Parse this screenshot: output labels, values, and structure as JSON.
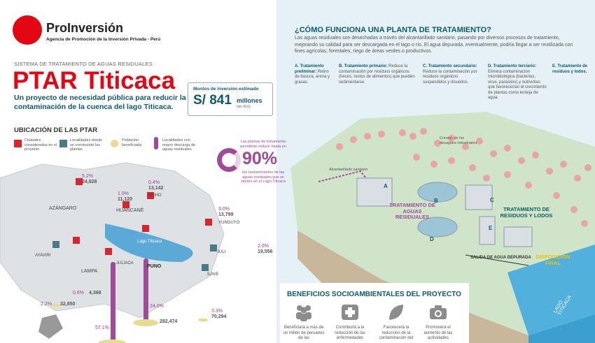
{
  "header": {
    "logo_name": "ProInversión",
    "logo_subtitle": "Agencia de Promoción de la Inversión Privada - Perú",
    "system_label": "SISTEMA DE TRATAMIENTO DE AGUAS RESIDUALES",
    "title": "PTAR Titicaca",
    "subtitle": "Un proyecto de necesidad pública para reducir la contaminación de la cuenca del lago Titicaca."
  },
  "investment": {
    "label": "Montos de inversión estimado",
    "value": "S/ 841",
    "unit": "millones",
    "note": "(sin IGV)"
  },
  "location": {
    "title": "UBICACIÓN DE LAS PTAR",
    "legend": [
      {
        "label": "Ciudades consideradas en el proyecto",
        "color": "#d9262e",
        "icon": "red-cube-icon"
      },
      {
        "label": "Localidades donde se construirán las plantas",
        "color": "#4a7a83",
        "icon": "teal-cube-icon"
      },
      {
        "label": "Población beneficiada",
        "color": "#e6dc8f",
        "icon": "yellow-disc-icon"
      },
      {
        "label": "Localidades con mayor descarga de aguas residuales",
        "color": "#a04b98",
        "icon": "purple-cylinder-icon"
      }
    ],
    "lake_label": "Lago Titicaca",
    "cities": [
      "AZÁNGARO",
      "HUANCANÉ",
      "MOHO",
      "YUNGUYO",
      "JULI",
      "AYAVIRI",
      "LAMPA",
      "JULIACA",
      "PUNO",
      "ILAVE"
    ],
    "stats": [
      {
        "pct": "5.2%",
        "num": "24,828"
      },
      {
        "pct": "1.5%",
        "num": "11,120"
      },
      {
        "pct": "0.4%",
        "num": "13,142"
      },
      {
        "pct": "3.0%",
        "num": "13,799"
      },
      {
        "pct": "2.6%",
        "num": "19,556"
      },
      {
        "pct": "0.6%",
        "num": "4,368"
      },
      {
        "pct": "2.2%",
        "num": "32,850"
      },
      {
        "pct": "24.0%",
        "num": "282,474"
      },
      {
        "pct": "3.3%",
        "num": "70,294"
      },
      {
        "pct": "57.1%",
        "num": ""
      }
    ]
  },
  "reduction": {
    "top_text": "Las plantas de tratamiento permitirán reducir hasta en",
    "value": "90%",
    "bottom_text": "los contaminantes de las aguas residuales que se vierten en el Lago Titicaca",
    "fraction": 0.9
  },
  "how": {
    "title": "¿CÓMO FUNCIONA UNA PLANTA DE TRATAMIENTO?",
    "text": "Las aguas residuales son desechadas a través del alcantarillado sanitario, pasando por diversos procesos de tratamiento, mejorando su calidad para ser descargada en el lago o río. El agua depurada, eventualmente, podría llegar a ser reutilizada con fines agrícolas, forestales, riego de áreas verdes o productivos.",
    "steps": [
      {
        "letter": "A.",
        "title": "Tratamiento preliminar:",
        "text": "Retiro de basura, arena y grasas."
      },
      {
        "letter": "B.",
        "title": "Tratamiento primario:",
        "text": "Reduce la contaminación por residuos orgánicos (heces, restos de alimentos) que pueden sedimentarse."
      },
      {
        "letter": "C.",
        "title": "Tratamiento secundario:",
        "text": "Reduce la contaminación por residuos orgánicos suspendidos y disueltos."
      },
      {
        "letter": "D.",
        "title": "Tratamiento terciario:",
        "text": "Elimina contaminación microbiológica (bacterias, virus, parásitos) y nutrientes que favorecerían el crecimiento de plantas como lenteja de agua."
      },
      {
        "letter": "E.",
        "title": "Tratamiento de residuos y lodos.",
        "text": ""
      }
    ]
  },
  "plant": {
    "labels": {
      "consorcio": "Consor. de los desagües industriales",
      "alcantarillado": "Alcantarillado sanitario",
      "tratamiento_aguas": "TRATAMIENTO DE AGUAS RESIDUALES",
      "tratamiento_lodos": "TRATAMIENTO DE RESIDUOS Y LODOS",
      "salida": "SALIDA DE AGUA DEPURADA",
      "disposicion": "DISPOSICIÓN FINAL",
      "lago": "LAGO TITICACA"
    },
    "letters": [
      "A",
      "B",
      "C",
      "D",
      "E"
    ]
  },
  "benefits": {
    "title": "BENEFICIOS SOCIOAMBIENTALES DEL PROYECTO",
    "items": [
      {
        "icon": "people-icon",
        "text": "Beneficiará a más de un millón de peruanos de las"
      },
      {
        "icon": "health-cross-icon",
        "text": "Contribuirá a la reducción de las enfermedades"
      },
      {
        "icon": "leaf-icon",
        "text": "Favorecerá la reducción de la contaminación del"
      },
      {
        "icon": "camera-icon",
        "text": "Promoverá el aumento de las actividades"
      }
    ]
  },
  "colors": {
    "brand_red": "#e30613",
    "teal": "#0b5a6b",
    "purple": "#a04b98",
    "lake": "#3d9fd0"
  }
}
